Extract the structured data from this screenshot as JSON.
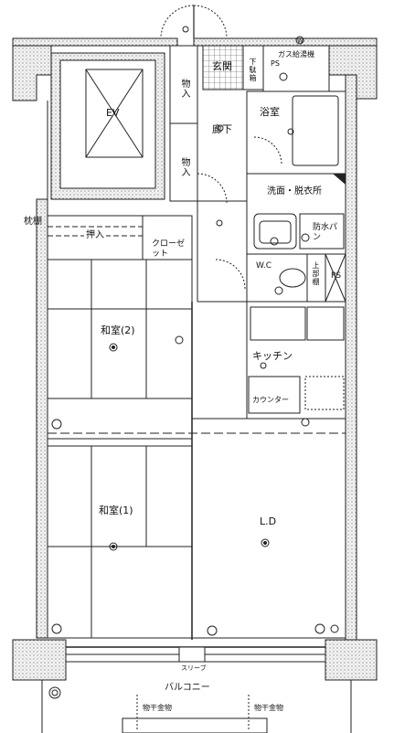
{
  "labels": {
    "ev": "EV",
    "genkan": "玄関",
    "geta": "下駄箱",
    "gas": "ガス給湯機",
    "ps_top": "PS",
    "w_mark": "W",
    "storage1": "物入",
    "storage2": "物入",
    "hallway": "廊下",
    "bath": "浴室",
    "washroom": "洗面・脱衣所",
    "bouhan": "防水パン",
    "pillow_shelf": "枕棚",
    "oshiire": "押入",
    "closet": "クローゼット",
    "wc": "W.C",
    "kamidana": "上部棚",
    "ps_mid": "PS",
    "washitsu2": "和室(2)",
    "kitchen": "キッチン",
    "counter": "カウンター",
    "washitsu1": "和室(1)",
    "ld": "L.D",
    "slope": "スリーブ",
    "balcony": "バルコニー",
    "hoshi_left": "物干金物",
    "hoshi_right": "物干金物"
  },
  "colors": {
    "line": "#222222",
    "wall": "#f5f5f5",
    "stipple": "#9a9a9a"
  },
  "icons": [
    "outlet-symbol",
    "light-fixture-symbol",
    "tv-outlet-symbol",
    "door-swing-symbol"
  ]
}
